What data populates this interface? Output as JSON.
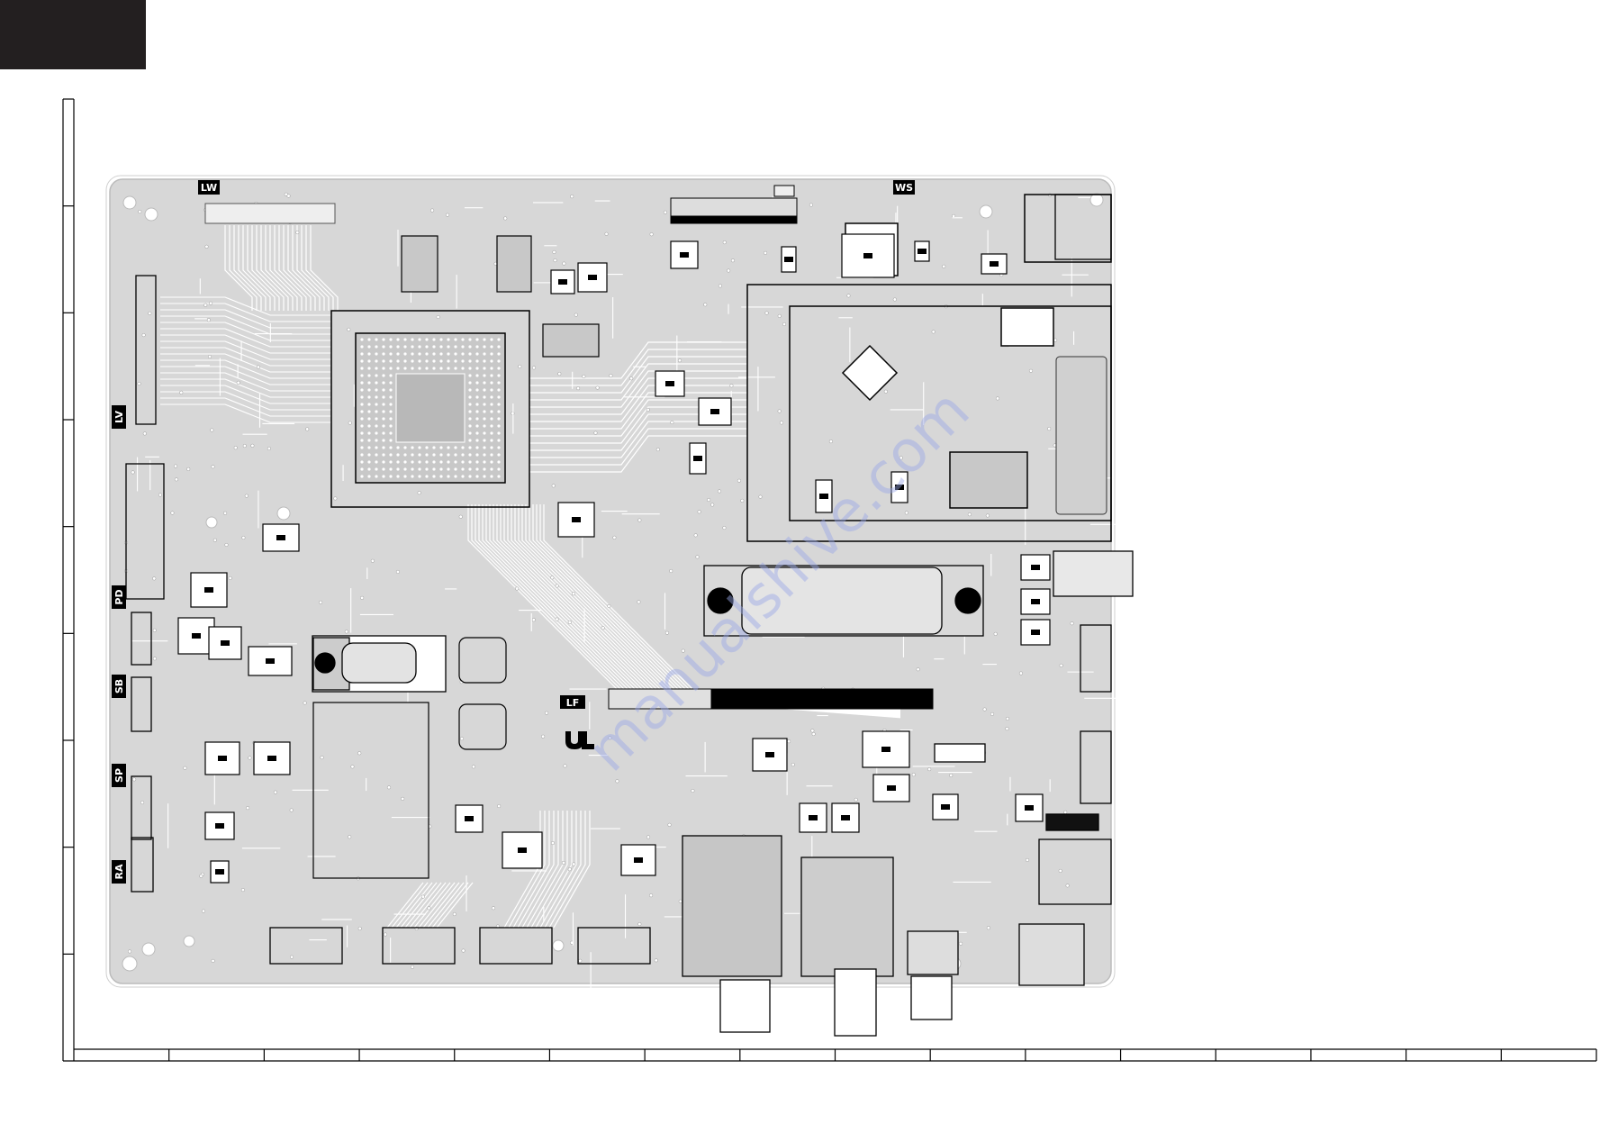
{
  "page": {
    "corner_tab_color": "#231f20"
  },
  "board": {
    "fill_color": "#d7d7d7",
    "trace_color": "#ffffff",
    "outline_color": "#000000",
    "connector_labels": {
      "lw": "LW",
      "ws": "WS",
      "lv": "LV",
      "pd": "PD",
      "sb": "SB",
      "sp": "SP",
      "ra": "RA",
      "lf": "LF"
    }
  },
  "grid": {
    "column_count": 16,
    "row_count": 9
  },
  "watermark": {
    "text": "manualshive.com",
    "color": "#9aa8e8"
  }
}
